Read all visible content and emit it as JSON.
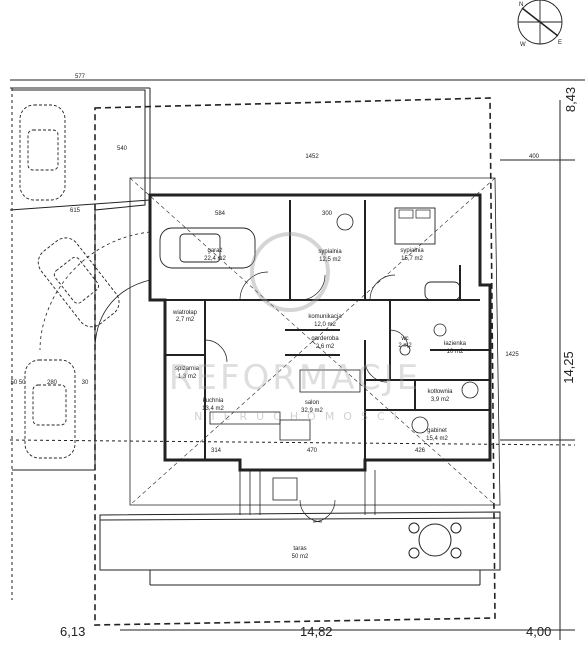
{
  "rooms": [
    {
      "id": "garaz",
      "name": "garaż",
      "area": "22,4 m2"
    },
    {
      "id": "sypialnia1",
      "name": "sypialnia",
      "area": "12,5 m2"
    },
    {
      "id": "sypialnia2",
      "name": "sypialnia",
      "area": "15,7 m2"
    },
    {
      "id": "wiatrolap",
      "name": "wiatrołap",
      "area": "2,7 m2"
    },
    {
      "id": "komunikacja",
      "name": "komunikacja",
      "area": "12,0 m2"
    },
    {
      "id": "garderoba",
      "name": "garderoba",
      "area": "2,6 m2"
    },
    {
      "id": "wc",
      "name": "wc",
      "area": "2 m2"
    },
    {
      "id": "lazienka",
      "name": "łazienka",
      "area": "10 m2"
    },
    {
      "id": "spizarnia",
      "name": "spiżarnia",
      "area": "1,3 m2"
    },
    {
      "id": "kuchnia",
      "name": "kuchnia",
      "area": "13,4 m2"
    },
    {
      "id": "salon",
      "name": "salon",
      "area": "32,9 m2"
    },
    {
      "id": "kotlownia",
      "name": "kotłownia",
      "area": "3,9 m2"
    },
    {
      "id": "gabinet",
      "name": "gabinet",
      "area": "15,4 m2"
    },
    {
      "id": "taras",
      "name": "taras",
      "area": "50 m2"
    }
  ],
  "dimensions": {
    "plot_width_left": "6,13",
    "plot_width_center": "14,82",
    "plot_width_right": "4,00",
    "plot_top": "8,43",
    "plot_depth": "14,25",
    "top_577": "577",
    "house_1452": "1452",
    "d_400": "400",
    "d_540": "540",
    "d_615": "615",
    "d_584": "584",
    "d_300": "300",
    "d_1425": "1425",
    "d_470": "470",
    "d_426": "426",
    "d_314": "314",
    "d_280": "280",
    "d_5050": "50 50",
    "d_30": "30"
  },
  "compass": {
    "letters": [
      "N",
      "E",
      "W"
    ]
  },
  "watermark": {
    "main": "REFORMACJE",
    "sub": "NIERUCHOMOŚCI"
  }
}
